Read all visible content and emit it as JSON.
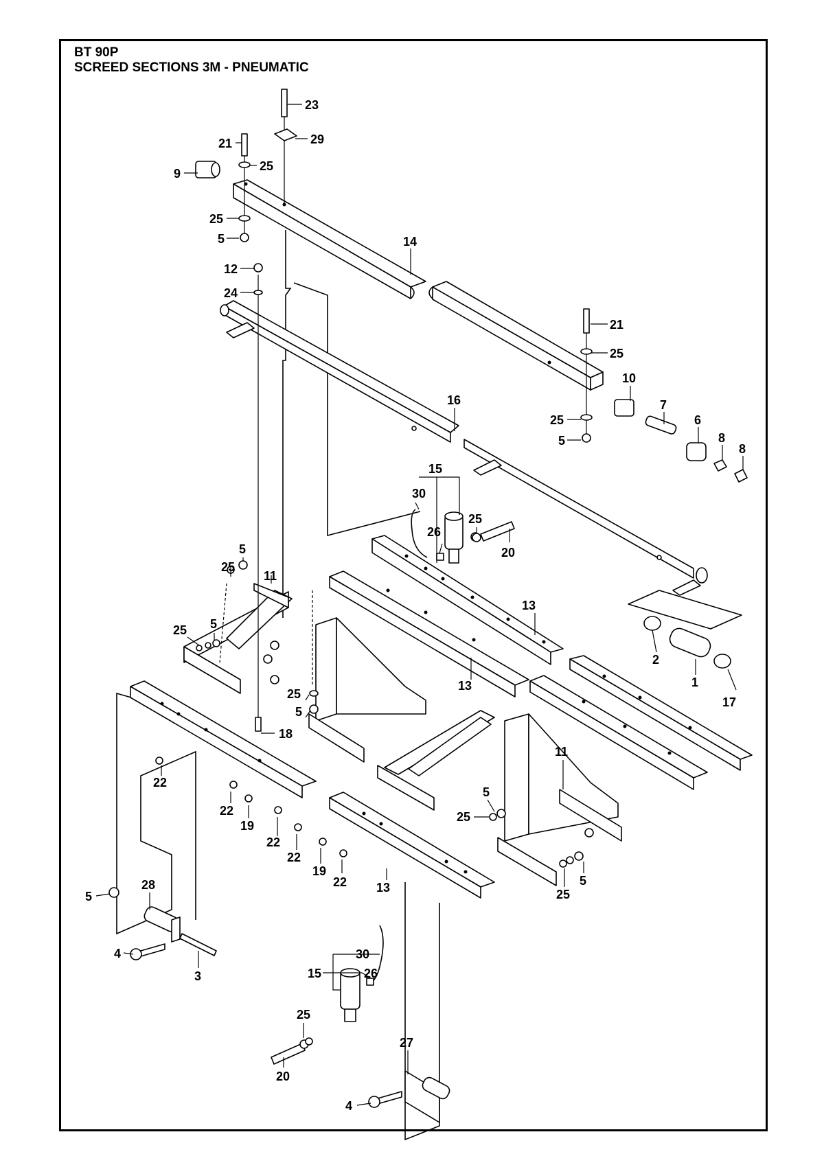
{
  "header": {
    "model": "BT 90P",
    "section_title": "SCREED SECTIONS 3M - PNEUMATIC"
  },
  "callouts": [
    {
      "id": "c23",
      "label": "23"
    },
    {
      "id": "c29",
      "label": "29"
    },
    {
      "id": "c21a",
      "label": "21"
    },
    {
      "id": "c25a",
      "label": "25"
    },
    {
      "id": "c9",
      "label": "9"
    },
    {
      "id": "c25b",
      "label": "25"
    },
    {
      "id": "c5a",
      "label": "5"
    },
    {
      "id": "c14",
      "label": "14"
    },
    {
      "id": "c12",
      "label": "12"
    },
    {
      "id": "c24",
      "label": "24"
    },
    {
      "id": "c21b",
      "label": "21"
    },
    {
      "id": "c25c",
      "label": "25"
    },
    {
      "id": "c10",
      "label": "10"
    },
    {
      "id": "c7",
      "label": "7"
    },
    {
      "id": "c6",
      "label": "6"
    },
    {
      "id": "c8a",
      "label": "8"
    },
    {
      "id": "c8b",
      "label": "8"
    },
    {
      "id": "c25d",
      "label": "25"
    },
    {
      "id": "c5b",
      "label": "5"
    },
    {
      "id": "c16",
      "label": "16"
    },
    {
      "id": "c15a",
      "label": "15"
    },
    {
      "id": "c30a",
      "label": "30"
    },
    {
      "id": "c26a",
      "label": "26"
    },
    {
      "id": "c25e",
      "label": "25"
    },
    {
      "id": "c20a",
      "label": "20"
    },
    {
      "id": "c5c",
      "label": "5"
    },
    {
      "id": "c25f",
      "label": "25"
    },
    {
      "id": "c11a",
      "label": "11"
    },
    {
      "id": "c13a",
      "label": "13"
    },
    {
      "id": "c5d",
      "label": "5"
    },
    {
      "id": "c25g",
      "label": "25"
    },
    {
      "id": "c13b",
      "label": "13"
    },
    {
      "id": "c2",
      "label": "2"
    },
    {
      "id": "c1",
      "label": "1"
    },
    {
      "id": "c17",
      "label": "17"
    },
    {
      "id": "c25h",
      "label": "25"
    },
    {
      "id": "c5e",
      "label": "5"
    },
    {
      "id": "c18",
      "label": "18"
    },
    {
      "id": "c22a",
      "label": "22"
    },
    {
      "id": "c11b",
      "label": "11"
    },
    {
      "id": "c22b",
      "label": "22"
    },
    {
      "id": "c19a",
      "label": "19"
    },
    {
      "id": "c22c",
      "label": "22"
    },
    {
      "id": "c22d",
      "label": "22"
    },
    {
      "id": "c5f",
      "label": "5"
    },
    {
      "id": "c25i",
      "label": "25"
    },
    {
      "id": "c19b",
      "label": "19"
    },
    {
      "id": "c22e",
      "label": "22"
    },
    {
      "id": "c13c",
      "label": "13"
    },
    {
      "id": "c5g",
      "label": "5"
    },
    {
      "id": "c25j",
      "label": "25"
    },
    {
      "id": "c5h",
      "label": "5"
    },
    {
      "id": "c28",
      "label": "28"
    },
    {
      "id": "c4a",
      "label": "4"
    },
    {
      "id": "c3",
      "label": "3"
    },
    {
      "id": "c30b",
      "label": "30"
    },
    {
      "id": "c15b",
      "label": "15"
    },
    {
      "id": "c26b",
      "label": "26"
    },
    {
      "id": "c25k",
      "label": "25"
    },
    {
      "id": "c20b",
      "label": "20"
    },
    {
      "id": "c27",
      "label": "27"
    },
    {
      "id": "c4b",
      "label": "4"
    }
  ]
}
